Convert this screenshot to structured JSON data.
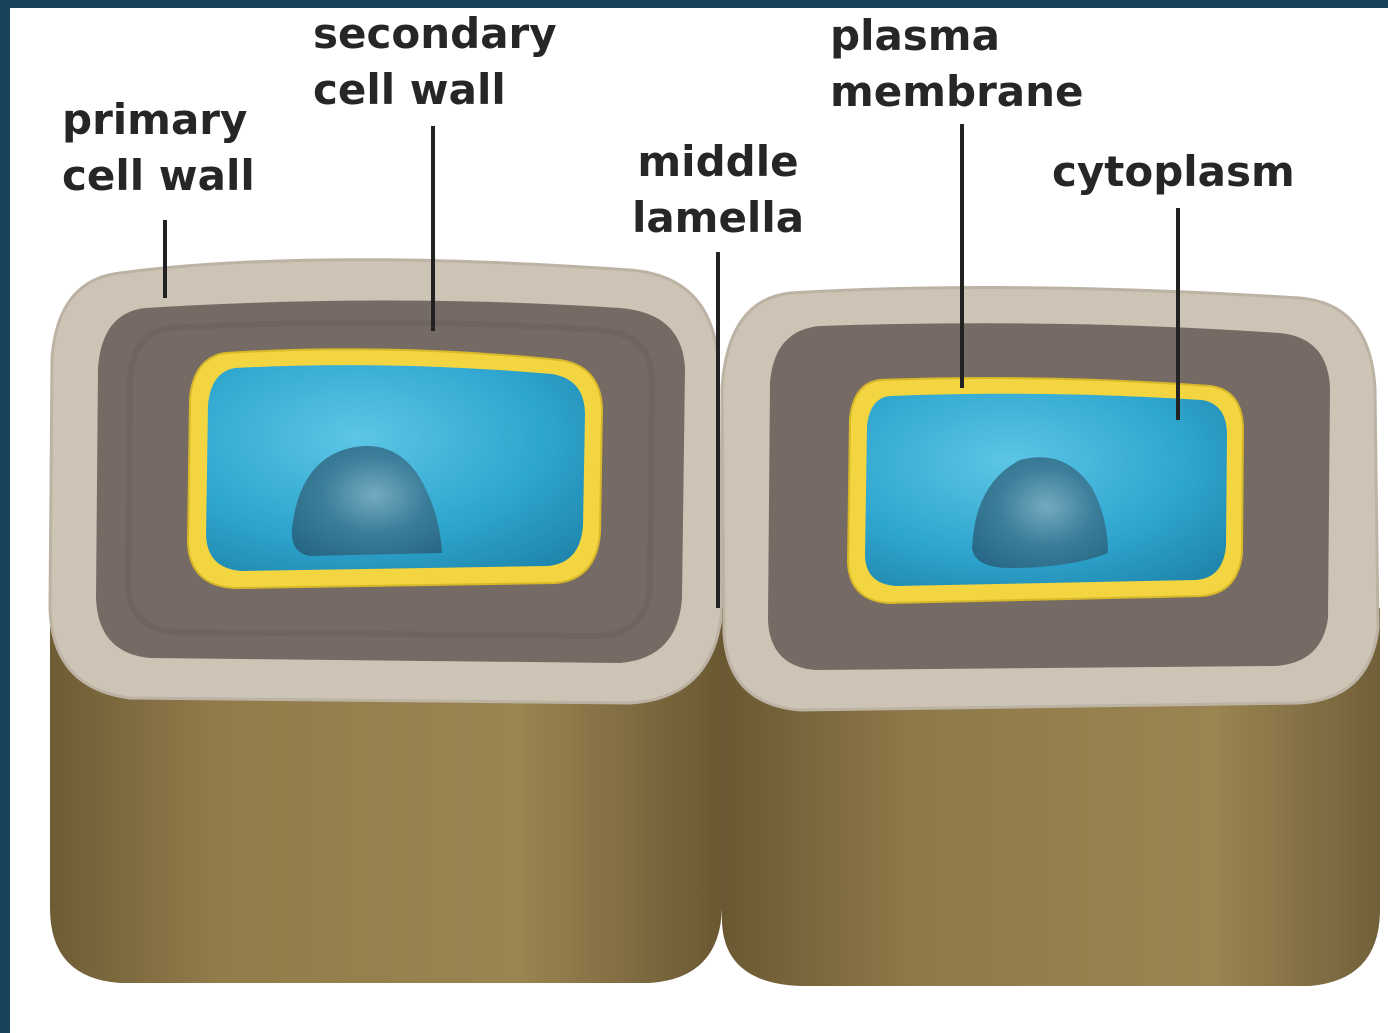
{
  "diagram": {
    "labels": {
      "primary_cell_wall": "primary\ncell wall",
      "secondary_cell_wall": "secondary\ncell wall",
      "middle_lamella": "middle\nlamella",
      "plasma_membrane": "plasma\nmembrane",
      "cytoplasm": "cytoplasm"
    },
    "colors": {
      "frame": "#17435a",
      "primary_wall": "#cbc2b4",
      "secondary_wall": "#756b64",
      "cell_side": "#8f7a4a",
      "cell_side_shadow": "#6e5c35",
      "plasma_membrane": "#f0d23c",
      "cytoplasm": "#2fa6cf",
      "nucleus": "#2a6a86",
      "leader_line": "#222222"
    }
  }
}
